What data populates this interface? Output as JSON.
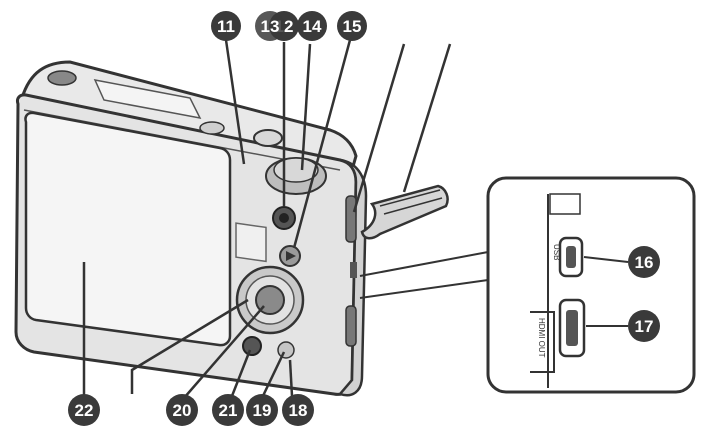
{
  "callouts": {
    "c11": "11",
    "c12": "12",
    "c13": "13",
    "c14": "14",
    "c15": "15",
    "c16": "16",
    "c17": "17",
    "c18": "18",
    "c19": "19",
    "c20": "20",
    "c21": "21",
    "c22": "22"
  },
  "ports": {
    "usb": "USB",
    "hdmi": "HDMI OUT"
  },
  "colors": {
    "callout_fill": "#3a3a3a",
    "line": "#4a4a4a",
    "body_fill": "#e6e6e6",
    "screen_fill": "#f2f2f2"
  }
}
